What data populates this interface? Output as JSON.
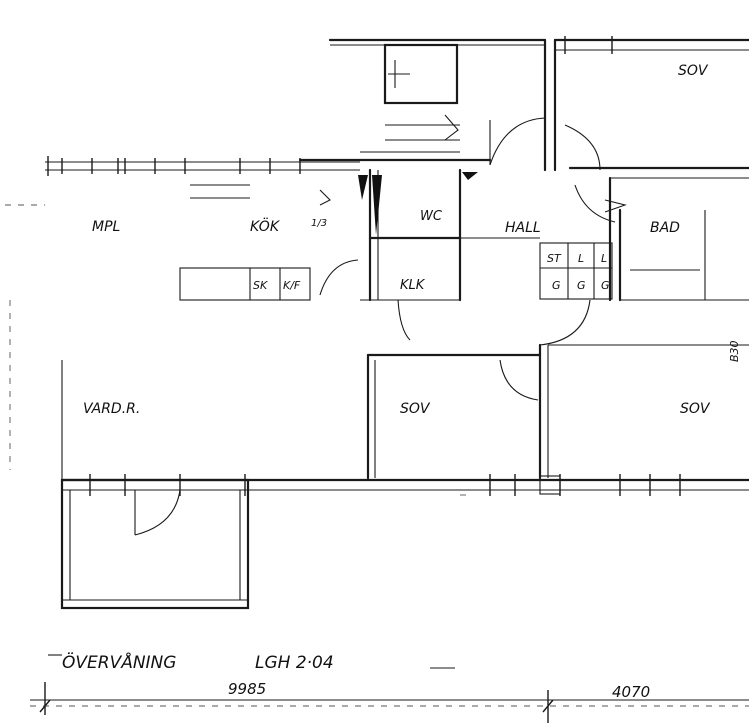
{
  "rooms": {
    "mpl": "MPL",
    "kok": "KÖK",
    "wc": "WC",
    "hall": "HALL",
    "bad": "BAD",
    "klk": "KLK",
    "vardr": "VARD.R.",
    "sov_top": "SOV",
    "sov_mid": "SOV",
    "sov_right": "SOV"
  },
  "fixtures": {
    "sk": "SK",
    "kf": "K/F",
    "fraction": "1/3",
    "st": "ST",
    "l1": "L",
    "l2": "L",
    "g1": "G",
    "g2": "G",
    "g3": "G",
    "b30": "B30"
  },
  "caption": {
    "title": "ÖVERVÅNING",
    "unit": "LGH 2·04"
  },
  "dimensions": {
    "left": "9985",
    "right": "4070"
  }
}
